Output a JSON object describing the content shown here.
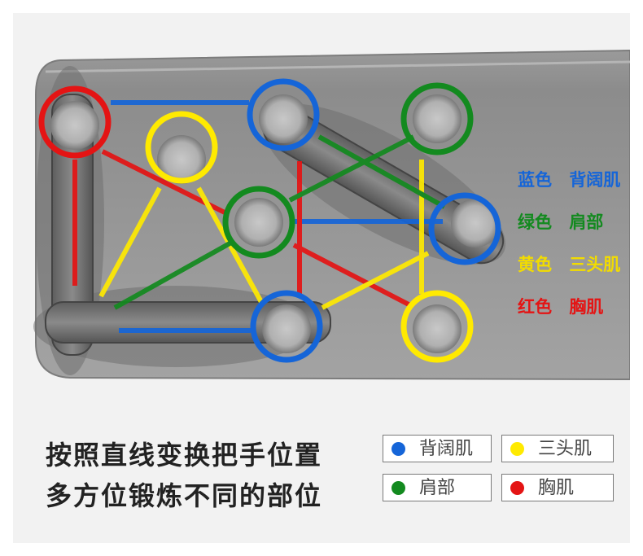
{
  "colors": {
    "blue": "#1565d8",
    "green": "#138a1f",
    "yellow": "#ffea00",
    "red": "#e41414"
  },
  "color_legend": [
    {
      "color_name": "蓝色",
      "muscle": "背阔肌",
      "key": "blue"
    },
    {
      "color_name": "绿色",
      "muscle": "肩部",
      "key": "green"
    },
    {
      "color_name": "黄色",
      "muscle": "三头肌",
      "key": "yellow"
    },
    {
      "color_name": "红色",
      "muscle": "胸肌",
      "key": "red"
    }
  ],
  "caption": {
    "line1": "按照直线变换把手位置",
    "line2": "多方位锻炼不同的部位"
  },
  "muscle_legend": [
    {
      "label": "背阔肌",
      "key": "blue"
    },
    {
      "label": "三头肌",
      "key": "yellow"
    },
    {
      "label": "肩部",
      "key": "green"
    },
    {
      "label": "胸肌",
      "key": "red"
    }
  ]
}
